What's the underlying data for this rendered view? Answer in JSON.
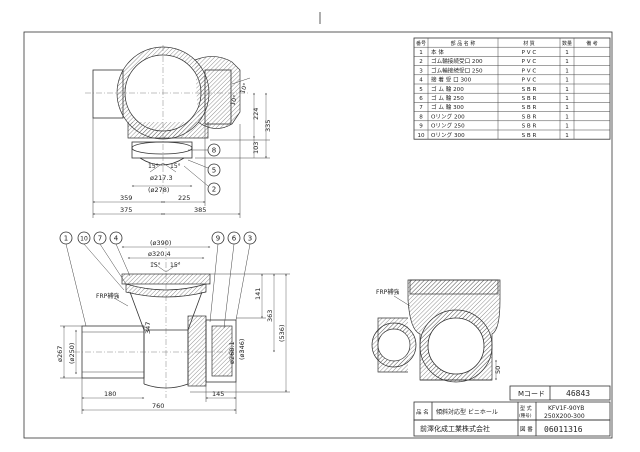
{
  "parts_table": {
    "headers": [
      "番号",
      "部 品 名 称",
      "材 質",
      "数量",
      "備 考"
    ],
    "rows": [
      [
        "1",
        "本 体",
        "P V C",
        "1",
        ""
      ],
      [
        "2",
        "ゴム輪接続受口 200",
        "P V C",
        "1",
        ""
      ],
      [
        "3",
        "ゴム輪接続受口 250",
        "P V C",
        "1",
        ""
      ],
      [
        "4",
        "接 着 受 口 300",
        "P V C",
        "1",
        ""
      ],
      [
        "5",
        "ゴ ム 輪 200",
        "S B R",
        "1",
        ""
      ],
      [
        "6",
        "ゴ ム 輪 250",
        "S B R",
        "1",
        ""
      ],
      [
        "7",
        "ゴ ム 輪 300",
        "S B R",
        "1",
        ""
      ],
      [
        "8",
        "Oリング 200",
        "S B R",
        "1",
        ""
      ],
      [
        "9",
        "Oリング 250",
        "S B R",
        "1",
        ""
      ],
      [
        "10",
        "Oリング 300",
        "S B R",
        "1",
        ""
      ]
    ]
  },
  "title_block": {
    "m_code_label": "Mコード",
    "m_code_value": "46843",
    "name_label": "品 名",
    "name_value": "傾斜対応型 ビニホール",
    "model_label_1": "型 式",
    "model_label_2": "(種号)",
    "model_value_1": "KFV1F-90YB",
    "model_value_2": "250X200-300",
    "company": "前澤化成工業株式会社",
    "drawing_label": "図 番",
    "drawing_no": "06011316"
  },
  "top_view": {
    "dims": [
      "224",
      "335",
      "103",
      "359",
      "225",
      "375",
      "385",
      "10°",
      "10°",
      "ø217.3",
      "(ø278)",
      "15°",
      "15°"
    ],
    "balloons": [
      "8",
      "5",
      "2"
    ]
  },
  "front_view": {
    "dims": [
      "(ø390)",
      "ø320.4",
      "15°",
      "15°",
      "347",
      "141",
      "363",
      "(536)",
      "ø267",
      "(ø250)",
      "(ø346)",
      "ø268.1",
      "180",
      "145",
      "760"
    ],
    "balloons": [
      "1",
      "10",
      "7",
      "4",
      "9",
      "6",
      "3"
    ],
    "frp_label": "FRP補強"
  },
  "side_view": {
    "label": "FRP補強",
    "dims": [
      "50"
    ]
  }
}
